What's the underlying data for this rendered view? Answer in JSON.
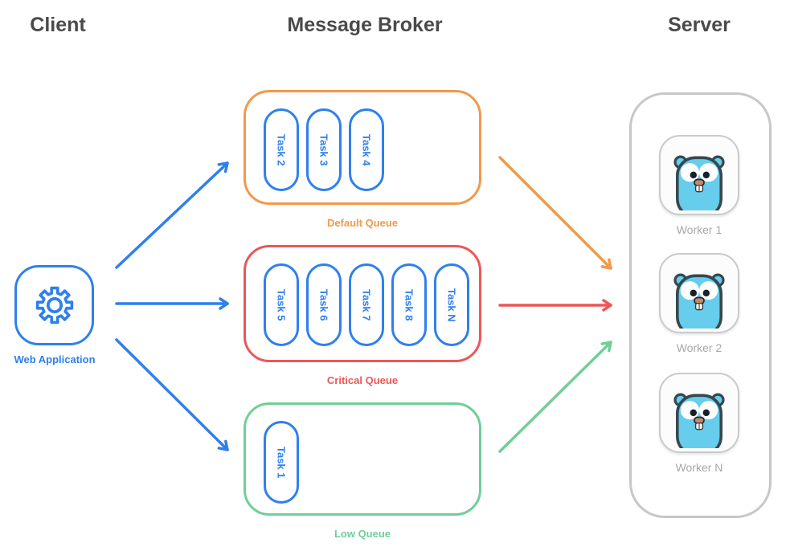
{
  "palette": {
    "blue": "#2F80ED",
    "orange": "#F2994A",
    "red": "#EB5757",
    "green": "#6FCF97",
    "heading_text": "#4A4A4A",
    "muted_text": "#A6A6A6",
    "panel_border": "#C6C7C8",
    "gopher_body": "#66CDEC",
    "gopher_outline": "#37474F"
  },
  "headers": {
    "client": "Client",
    "message_broker": "Message Broker",
    "server": "Server"
  },
  "client": {
    "label": "Web Application",
    "icon": "gear-icon"
  },
  "broker": {
    "queues": [
      {
        "name": "default",
        "label": "Default Queue",
        "color": "#F2994A",
        "tasks": [
          "Task 2",
          "Task 3",
          "Task 4"
        ]
      },
      {
        "name": "critical",
        "label": "Critical Queue",
        "color": "#EB5757",
        "tasks": [
          "Task 5",
          "Task 6",
          "Task 7",
          "Task 8",
          "Task N"
        ]
      },
      {
        "name": "low",
        "label": "Low Queue",
        "color": "#6FCF97",
        "tasks": [
          "Task 1"
        ]
      }
    ]
  },
  "server": {
    "workers": [
      {
        "label": "Worker 1",
        "icon": "gopher-icon"
      },
      {
        "label": "Worker 2",
        "icon": "gopher-icon"
      },
      {
        "label": "Worker N",
        "icon": "gopher-icon"
      }
    ]
  },
  "flows": [
    {
      "from": "web-application",
      "to": "default-queue",
      "color": "#2F80ED"
    },
    {
      "from": "web-application",
      "to": "critical-queue",
      "color": "#2F80ED"
    },
    {
      "from": "web-application",
      "to": "low-queue",
      "color": "#2F80ED"
    },
    {
      "from": "default-queue",
      "to": "workers",
      "color": "#F2994A"
    },
    {
      "from": "critical-queue",
      "to": "workers",
      "color": "#EB5757"
    },
    {
      "from": "low-queue",
      "to": "workers",
      "color": "#6FCF97"
    }
  ]
}
